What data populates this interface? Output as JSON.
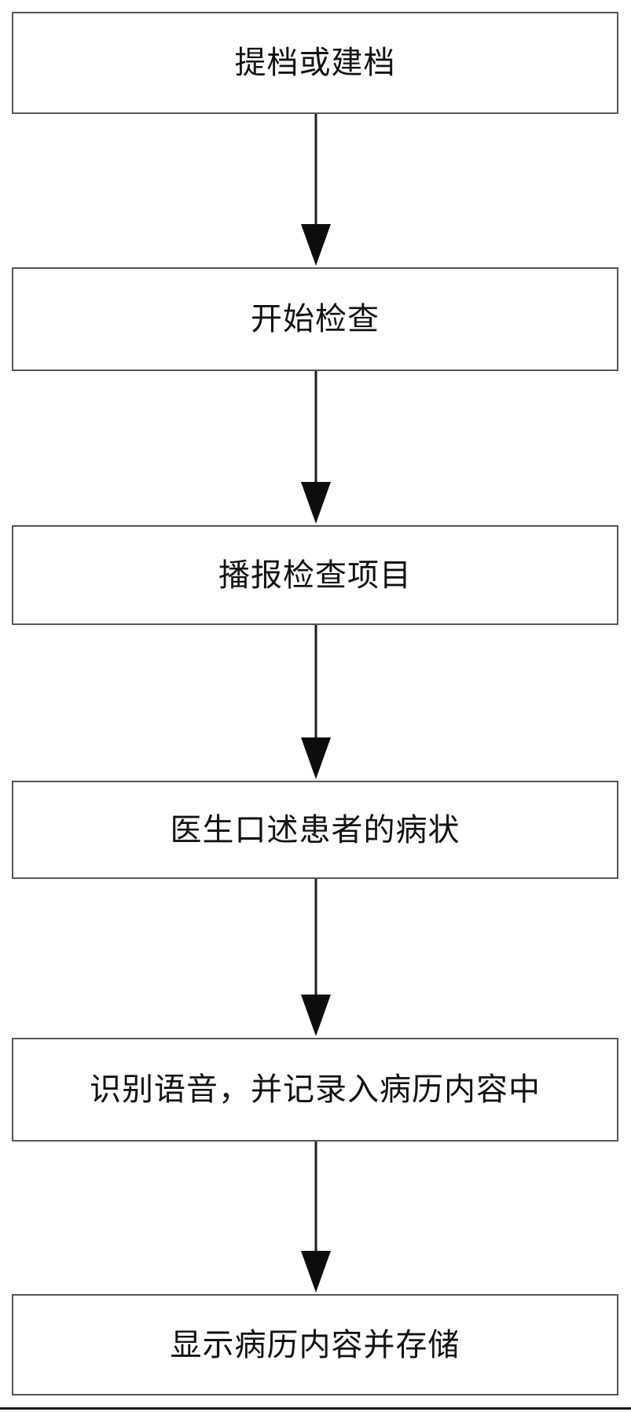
{
  "diagram": {
    "type": "flowchart",
    "orientation": "vertical",
    "title": "",
    "colors": {
      "box_border": "#54565a",
      "box_fill": "#ffffff",
      "text": "#111214",
      "connector": "#1a1a1a",
      "background": "#ffffff"
    },
    "nodes": [
      {
        "id": "n1",
        "label": "提档或建档"
      },
      {
        "id": "n2",
        "label": "开始检查"
      },
      {
        "id": "n3",
        "label": "播报检查项目"
      },
      {
        "id": "n4",
        "label": "医生口述患者的病状"
      },
      {
        "id": "n5",
        "label": "识别语音，并记录入病历内容中"
      },
      {
        "id": "n6",
        "label": "显示病历内容并存储"
      }
    ],
    "edges": [
      {
        "id": "e1",
        "from": "n1",
        "to": "n2",
        "label": "",
        "arrow": "down-arrow-icon"
      },
      {
        "id": "e2",
        "from": "n2",
        "to": "n3",
        "label": "",
        "arrow": "down-arrow-icon"
      },
      {
        "id": "e3",
        "from": "n3",
        "to": "n4",
        "label": "",
        "arrow": "down-arrow-icon"
      },
      {
        "id": "e4",
        "from": "n4",
        "to": "n5",
        "label": "",
        "arrow": "down-arrow-icon"
      },
      {
        "id": "e5",
        "from": "n5",
        "to": "n6",
        "label": "",
        "arrow": "down-arrow-icon"
      }
    ]
  }
}
